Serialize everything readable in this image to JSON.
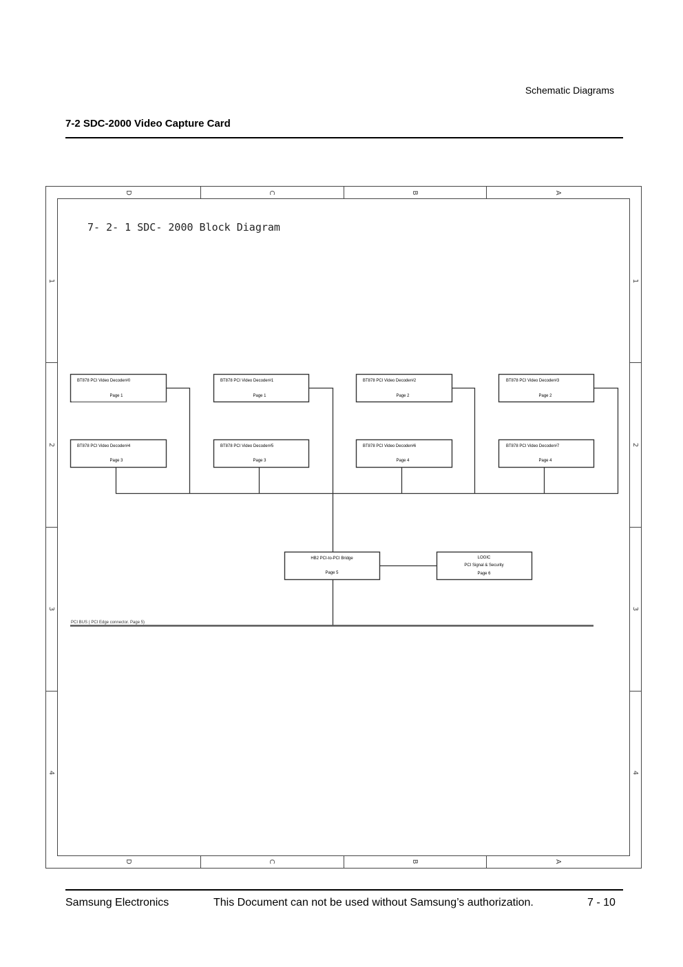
{
  "header": {
    "section": "Schematic Diagrams",
    "title": "7-2 SDC-2000 Video Capture Card"
  },
  "frame": {
    "columns": [
      "D",
      "C",
      "B",
      "A"
    ],
    "rows": [
      "1",
      "2",
      "3",
      "4"
    ]
  },
  "diagram": {
    "title": "7- 2- 1 SDC- 2000 Block Diagram",
    "blocks": [
      {
        "id": "dec0",
        "line1": "BT878 PCI Video Decoder#0",
        "line2": "Page 1"
      },
      {
        "id": "dec1",
        "line1": "BT878 PCI Video Decoder#1",
        "line2": "Page 1"
      },
      {
        "id": "dec2",
        "line1": "BT878 PCI Video Decoder#2",
        "line2": "Page 2"
      },
      {
        "id": "dec3",
        "line1": "BT878 PCI Video Decoder#3",
        "line2": "Page 2"
      },
      {
        "id": "dec4",
        "line1": "BT878 PCI Video Decoder#4",
        "line2": "Page 3"
      },
      {
        "id": "dec5",
        "line1": "BT878 PCI Video Decoder#5",
        "line2": "Page 3"
      },
      {
        "id": "dec6",
        "line1": "BT878 PCI Video Decoder#6",
        "line2": "Page 4"
      },
      {
        "id": "dec7",
        "line1": "BT878 PCI Video Decoder#7",
        "line2": "Page 4"
      },
      {
        "id": "bridge",
        "line1": "HB2 PCI-to-PCI Bridge",
        "line2": "Page 5"
      },
      {
        "id": "logic",
        "line1": "LOGIC",
        "line2": "PCI Signal & Security",
        "line3": "Page 6"
      }
    ],
    "bus_label": "PCI BUS ( PCI Edge connector. Page 5)"
  },
  "footer": {
    "company": "Samsung Electronics",
    "notice": "This Document can not be used without Samsung’s authorization.",
    "page": "7 - 10"
  }
}
